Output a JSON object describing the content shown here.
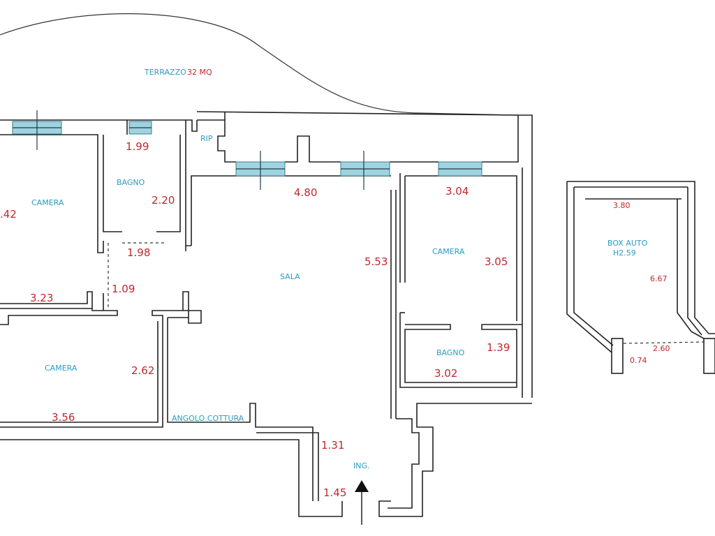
{
  "rooms": {
    "terrazzo": "TERRAZZO",
    "terrazzo_area": "32 MQ",
    "rip": "RIP",
    "camera_1": "CAMERA",
    "bagno_1": "BAGNO",
    "sala": "SALA",
    "camera_2": "CAMERA",
    "bagno_2": "BAGNO",
    "camera_3": "CAMERA",
    "angolo_cottura": "ANGOLO COTTURA",
    "ingresso": "ING.",
    "box_auto": "BOX AUTO",
    "box_height": "H2.59"
  },
  "dimensions": {
    "bagno1_width": "1.99",
    "bagno1_depth": "2.20",
    "camera1_depth": ".42",
    "corridor_width": "1.98",
    "corridor_depth": "1.09",
    "camera1_width": "3.23",
    "sala_width": "4.80",
    "sala_depth": "5.53",
    "camera2_width": "3.04",
    "camera2_depth": "3.05",
    "bagno2_depth": "1.39",
    "bagno2_width": "3.02",
    "camera3_depth": "2.62",
    "camera3_width": "3.56",
    "ingresso_depth": "1.31",
    "ingresso_width": "1.45",
    "box_width": "3.80",
    "box_depth": "6.67",
    "box_door": "2.60",
    "box_door_side": "0.74"
  },
  "colors": {
    "room_label": "#2a9cc0",
    "dimension": "#c0272d",
    "window": "#9fd3e0",
    "wall": "#222222"
  },
  "icons": {
    "entrance": "entrance-arrow-icon"
  }
}
